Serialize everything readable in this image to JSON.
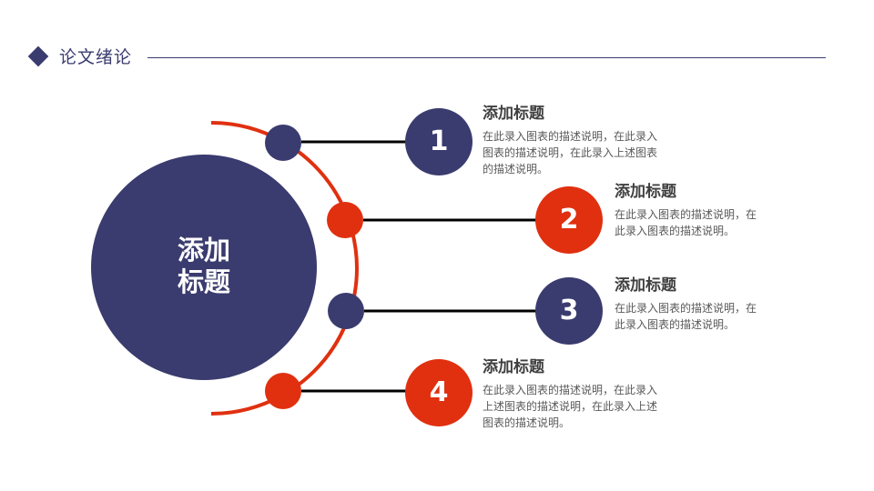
{
  "header": {
    "title": "论文绪论",
    "icon": "diamond-icon",
    "accent_color": "#3a3b6e"
  },
  "center": {
    "line1": "添加",
    "line2": "标题",
    "color": "#3a3b6e"
  },
  "colors": {
    "navy": "#3a3b6e",
    "red": "#e03010",
    "arc": "#e03010",
    "connector": "#000000"
  },
  "items": [
    {
      "number": "1",
      "color": "navy",
      "title": "添加标题",
      "desc": [
        "在此录入图表的描述说明，在此录入",
        "图表的描述说明，在此录入上述图表",
        "的描述说明。"
      ]
    },
    {
      "number": "2",
      "color": "red",
      "title": "添加标题",
      "desc": [
        "在此录入图表的描述说明，在",
        "此录入图表的描述说明。"
      ]
    },
    {
      "number": "3",
      "color": "navy",
      "title": "添加标题",
      "desc": [
        "在此录入图表的描述说明，在",
        "此录入图表的描述说明。"
      ]
    },
    {
      "number": "4",
      "color": "red",
      "title": "添加标题",
      "desc": [
        "在此录入图表的描述说明，在此录入",
        "上述图表的描述说明，在此录入上述",
        "图表的描述说明。"
      ]
    }
  ]
}
